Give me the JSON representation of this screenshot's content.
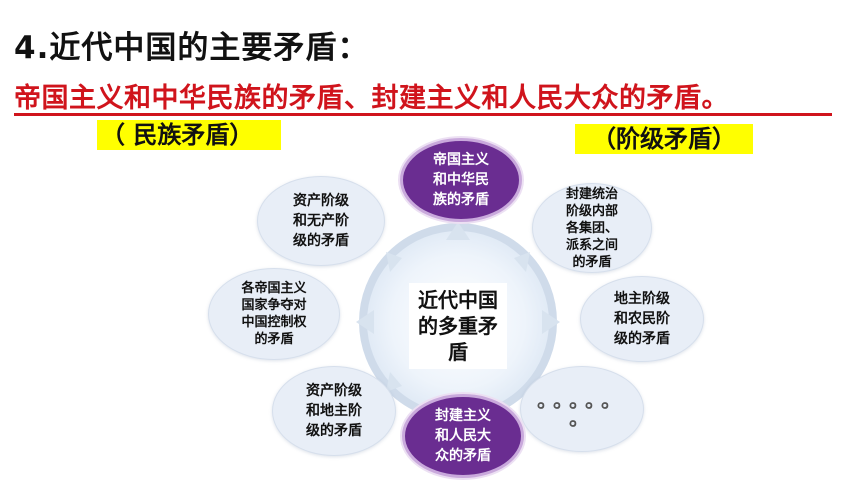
{
  "heading": {
    "title": "4.近代中国的主要矛盾：",
    "subtitle": "帝国主义和中华民族的矛盾、封建主义和人民大众的矛盾。"
  },
  "tags": {
    "left": "（ 民族矛盾）",
    "right": "（阶级矛盾）"
  },
  "diagram": {
    "center": "近代中国\n的多重矛\n盾",
    "nodes": {
      "top": "帝国主义\n和中华民\n族的矛盾",
      "top_right": "封建统治\n阶级内部\n各集团、\n派系之间\n的矛盾",
      "right": "地主阶级\n和农民阶\n级的矛盾",
      "bottom_right": "。。。。。\n。",
      "bottom": "封建主义\n和人民大\n众的矛盾",
      "bottom_left": "资产阶级\n和地主阶\n级的矛盾",
      "left": "各帝国主义\n国家争夺对\n中国控制权\n的矛盾",
      "top_left": "资产阶级\n和无产阶\n级的矛盾"
    }
  },
  "colors": {
    "accent_red": "#d0141c",
    "highlight_yellow": "#ffff00",
    "node_purple": "#6a2d91",
    "node_light": "#e8eef7"
  }
}
